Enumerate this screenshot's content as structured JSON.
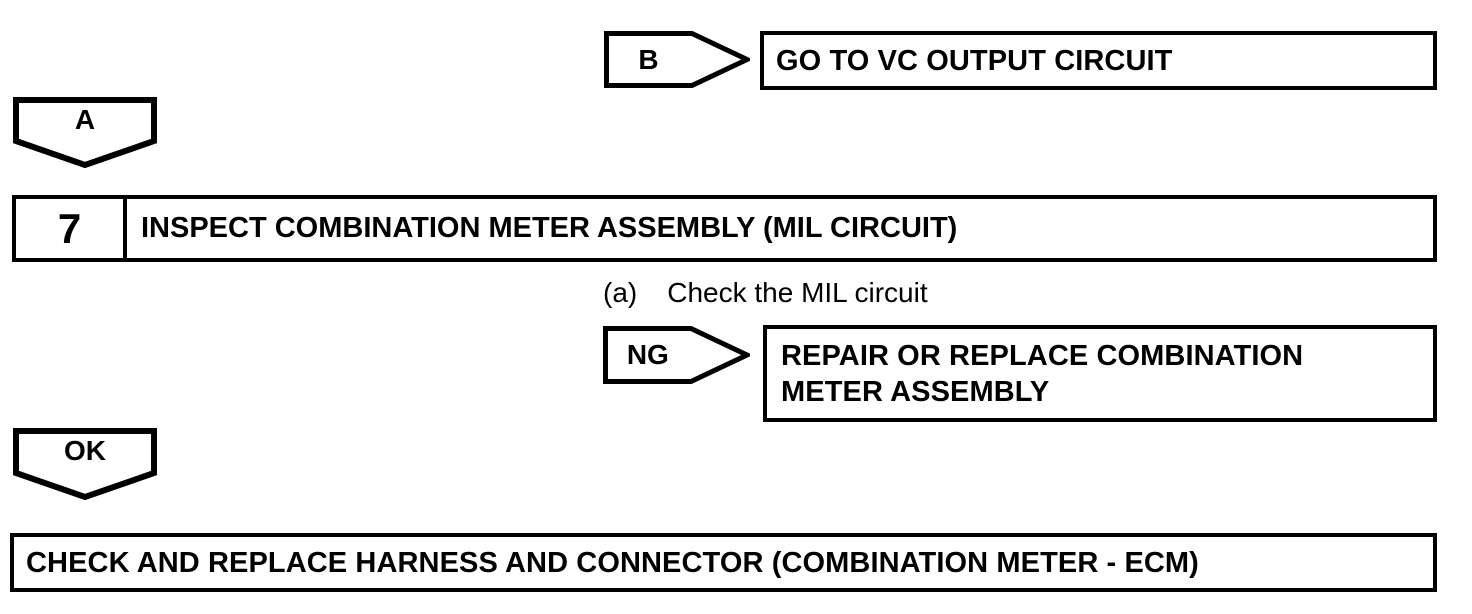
{
  "colors": {
    "ink": "#000000",
    "paper": "#ffffff"
  },
  "flowchart": {
    "connector_b": {
      "label": "B"
    },
    "goto_box": {
      "text": "GO TO VC OUTPUT CIRCUIT"
    },
    "connector_a": {
      "label": "A"
    },
    "step7": {
      "number": "7",
      "title": "INSPECT COMBINATION METER ASSEMBLY (MIL CIRCUIT)",
      "substep_marker": "(a)",
      "substep_text": "Check the MIL circuit"
    },
    "connector_ng": {
      "label": "NG"
    },
    "ng_box": {
      "text": "REPAIR OR REPLACE COMBINATION METER ASSEMBLY"
    },
    "connector_ok": {
      "label": "OK"
    },
    "final_box": {
      "text": "CHECK AND REPLACE HARNESS AND CONNECTOR (COMBINATION METER - ECM)"
    }
  }
}
